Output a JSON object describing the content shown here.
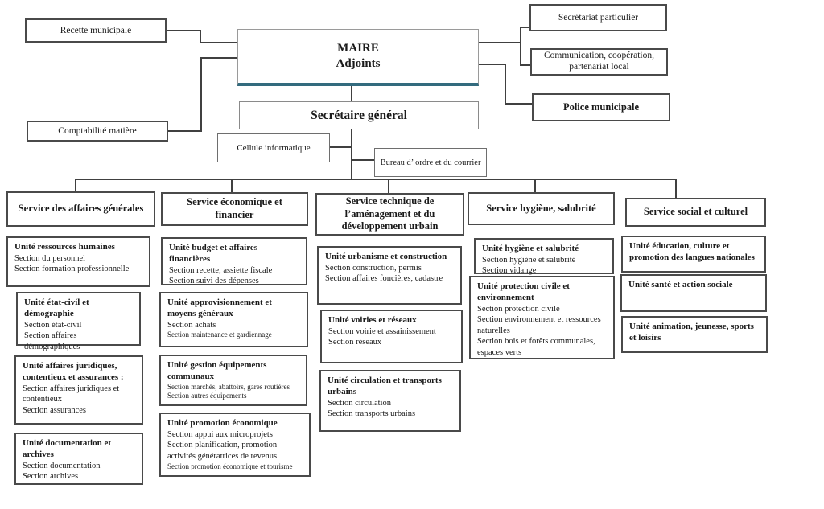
{
  "colors": {
    "accent": "#336b7e",
    "line": "#404040",
    "box_border": "#4a4a4a"
  },
  "nodes": {
    "recette": "Recette municipale",
    "comptabilite": "Comptabilité matière",
    "maire_l1": "MAIRE",
    "maire_l2": "Adjoints",
    "secretariat_particulier": "Secrétariat particulier",
    "communication_l1": "Communication, coopération,",
    "communication_l2": "partenariat local",
    "police": "Police municipale",
    "secretaire_general": "Secrétaire général",
    "cellule_informatique": "Cellule informatique",
    "bureau_ordre": "Bureau d’ ordre et du courrier"
  },
  "services": [
    {
      "title": "Service des affaires générales",
      "units": [
        {
          "title": "Unité ressources humaines",
          "sections": [
            "Section du personnel",
            "Section formation professionnelle"
          ]
        },
        {
          "title": "Unité état-civil et démographie",
          "sections": [
            "Section état-civil",
            "Section affaires démographiques"
          ]
        },
        {
          "title": "Unité affaires juridiques, contentieux et assurances :",
          "sections": [
            "Section affaires juridiques et contentieux",
            "Section assurances"
          ]
        },
        {
          "title": "Unité documentation et archives",
          "sections": [
            "Section documentation",
            "Section archives"
          ]
        }
      ]
    },
    {
      "title": "Service économique et financier",
      "units": [
        {
          "title": "Unité budget et affaires financières",
          "sections": [
            "Section recette, assiette fiscale",
            "Section suivi des dépenses"
          ]
        },
        {
          "title": "Unité approvisionnement et moyens généraux",
          "sections": [
            "Section achats",
            "Section maintenance et gardiennage"
          ]
        },
        {
          "title": "Unité gestion équipements communaux",
          "sections": [
            "Section marchés, abattoirs, gares routières",
            "Section autres équipements"
          ]
        },
        {
          "title": "Unité promotion économique",
          "sections": [
            "Section appui aux microprojets",
            "Section planification, promotion activités génératrices de revenus",
            "Section promotion économique et tourisme"
          ]
        }
      ]
    },
    {
      "title": "Service technique de l’aménagement et du développement urbain",
      "units": [
        {
          "title": "Unité urbanisme et construction",
          "sections": [
            "Section construction, permis",
            "Section affaires foncières, cadastre"
          ]
        },
        {
          "title": "Unité voiries et réseaux",
          "sections": [
            "Section voirie et assainissement",
            "Section réseaux"
          ]
        },
        {
          "title": "Unité circulation et transports urbains",
          "sections": [
            "Section circulation",
            "Section transports urbains"
          ]
        }
      ]
    },
    {
      "title": "Service hygiène, salubrité",
      "units": [
        {
          "title": "Unité hygiène et salubrité",
          "sections": [
            "Section hygiène et salubrité",
            "Section vidange"
          ]
        },
        {
          "title": "Unité protection civile et environnement",
          "sections": [
            "Section protection civile",
            "Section environnement et ressources naturelles",
            "Section bois et forêts communales, espaces verts"
          ]
        }
      ]
    },
    {
      "title": "Service social et culturel",
      "units": [
        {
          "title": "Unité éducation, culture et promotion des langues nationales",
          "sections": []
        },
        {
          "title": "Unité santé et action sociale",
          "sections": []
        },
        {
          "title": "Unité animation, jeunesse, sports et loisirs",
          "sections": []
        }
      ]
    }
  ]
}
